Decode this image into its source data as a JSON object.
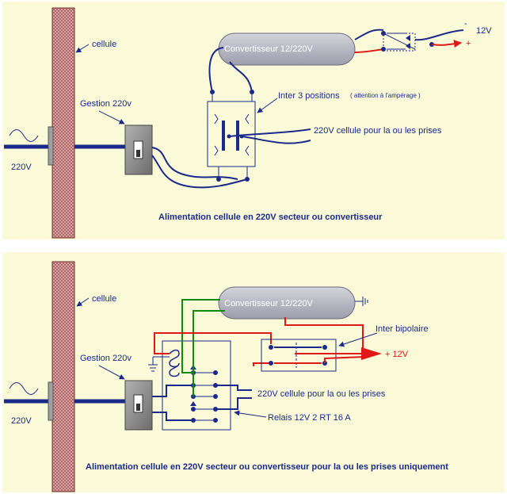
{
  "diagram1": {
    "wall_label": "cellule",
    "mains_label": "220V",
    "gestion_label": "Gestion 220v",
    "converter_label": "Convertisseur 12/220V",
    "switch_label": "Inter 3 positions",
    "switch_note": "( attention à l'ampérage )",
    "output_label": "220V cellule pour la ou les prises",
    "minus_label": "-",
    "plus_label": "+",
    "v12_label": "12V",
    "caption": "Alimentation cellule en 220V secteur ou convertisseur"
  },
  "diagram2": {
    "wall_label": "cellule",
    "mains_label": "220V",
    "gestion_label": "Gestion 220v",
    "converter_label": "Convertisseur 12/220V",
    "bipolar_label": "Inter bipolaire",
    "v12_label": "+ 12V",
    "output_label": "220V cellule pour la ou les prises",
    "relay_label": "Relais 12V 2 RT 16 A",
    "caption": "Alimentation cellule en 220V secteur ou convertisseur pour la ou les prises uniquement"
  },
  "colors": {
    "panel_bg": "#fafad8",
    "text": "#1b2a8a",
    "wire": "#1b2a8a",
    "red_wire": "#e01818",
    "green_wire": "#128a12",
    "converter": "#b8b8c4",
    "wall": "#c98282"
  }
}
